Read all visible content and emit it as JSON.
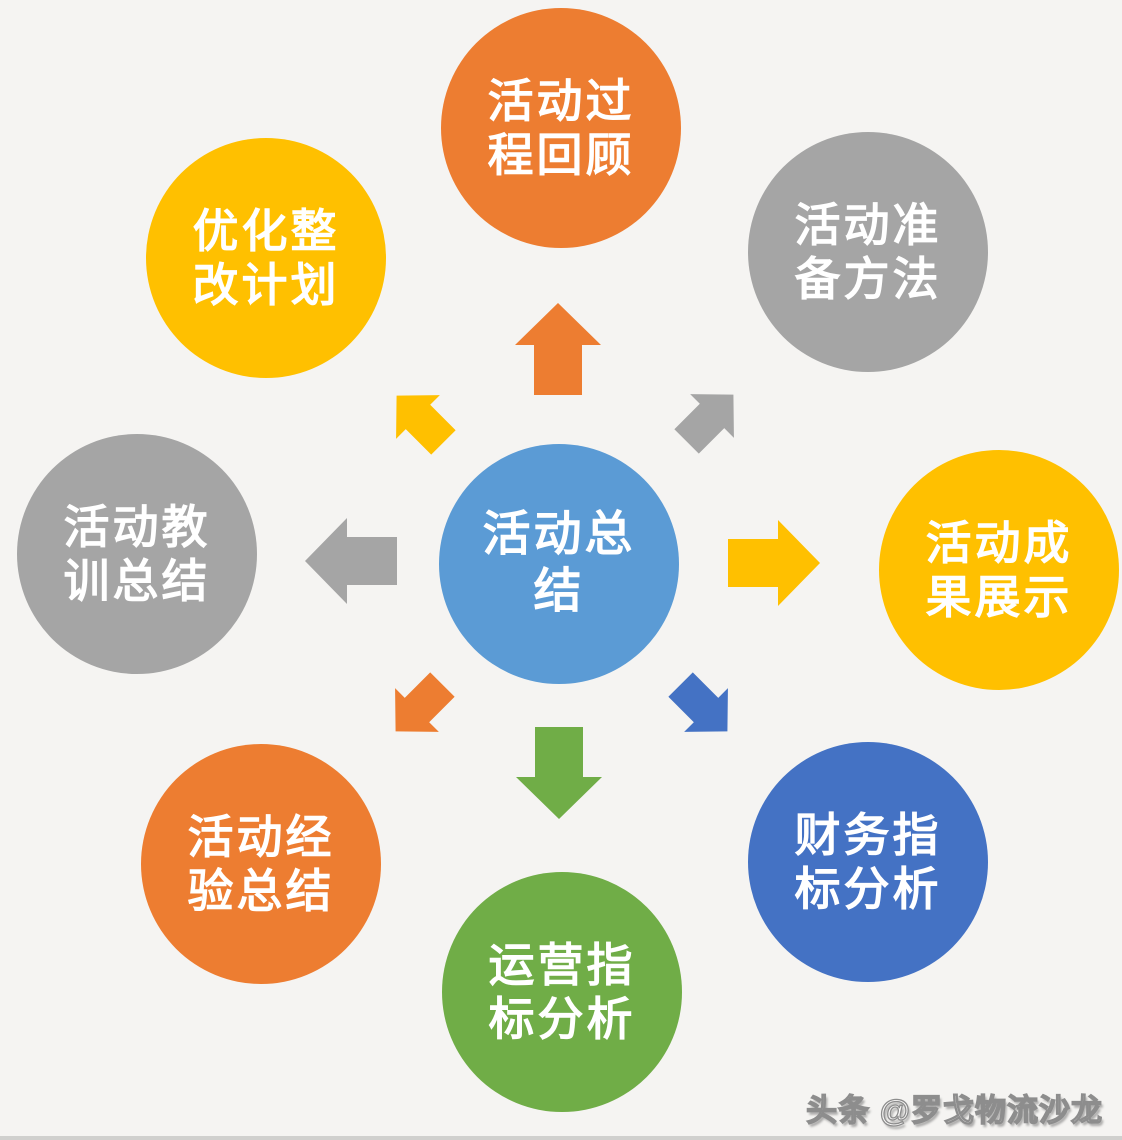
{
  "diagram": {
    "background_color": "#F5F4F2",
    "center": {
      "label": "活动总结",
      "line1": "活动总",
      "line2": "结",
      "color": "#5B9BD5",
      "text_color": "#FFFFFF"
    },
    "nodes": [
      {
        "position": "top",
        "label": "活动过程回顾",
        "line1": "活动过",
        "line2": "程回顾",
        "color": "#ED7D31"
      },
      {
        "position": "top-right",
        "label": "活动准备方法",
        "line1": "活动准",
        "line2": "备方法",
        "color": "#A5A5A5"
      },
      {
        "position": "right",
        "label": "活动成果展示",
        "line1": "活动成",
        "line2": "果展示",
        "color": "#FFC000"
      },
      {
        "position": "bottom-right",
        "label": "财务指标分析",
        "line1": "财务指",
        "line2": "标分析",
        "color": "#4472C4"
      },
      {
        "position": "bottom",
        "label": "运营指标分析",
        "line1": "运营指",
        "line2": "标分析",
        "color": "#70AD47"
      },
      {
        "position": "bottom-left",
        "label": "活动经验总结",
        "line1": "活动经",
        "line2": "验总结",
        "color": "#ED7D31"
      },
      {
        "position": "left",
        "label": "活动教训总结",
        "line1": "活动教",
        "line2": "训总结",
        "color": "#A5A5A5"
      },
      {
        "position": "top-left",
        "label": "优化整改计划",
        "line1": "优化整",
        "line2": "改计划",
        "color": "#FFC000"
      }
    ],
    "arrows": [
      {
        "direction": "up",
        "color": "#ED7D31"
      },
      {
        "direction": "northeast",
        "color": "#A5A5A5"
      },
      {
        "direction": "right",
        "color": "#FFC000"
      },
      {
        "direction": "southeast",
        "color": "#4472C4"
      },
      {
        "direction": "down",
        "color": "#70AD47"
      },
      {
        "direction": "southwest",
        "color": "#ED7D31"
      },
      {
        "direction": "left",
        "color": "#A5A5A5"
      },
      {
        "direction": "northwest",
        "color": "#FFC000"
      }
    ],
    "watermark": "头条 @罗戈物流沙龙"
  }
}
